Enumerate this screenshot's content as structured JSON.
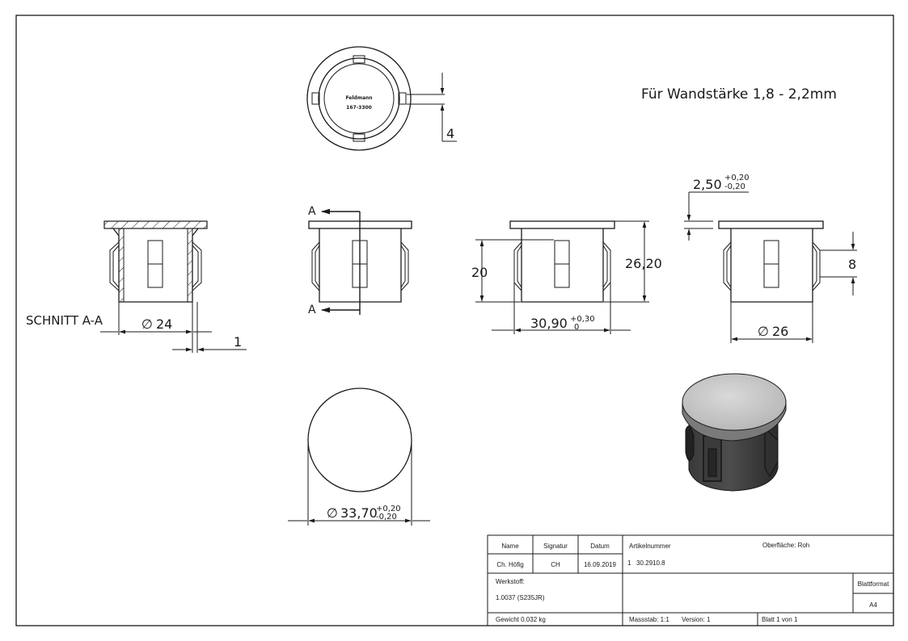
{
  "note": "Für Wandstärke 1,8 - 2,2mm",
  "section_label": "SCHNITT A-A",
  "section_letter": "A",
  "top_view": {
    "emboss_line1": "Feldmann",
    "emboss_line2": "167-3300",
    "dim_slot": "4"
  },
  "section_view": {
    "dim_diameter": "24",
    "dim_wall": "1"
  },
  "side_view": {
    "dim_height_body": "20",
    "dim_height_total": "26,20",
    "dim_width": "30,90",
    "tol_width_upper": "+0,30",
    "tol_width_lower": "0"
  },
  "detail_view": {
    "dim_head": "2,50",
    "tol_head_upper": "+0,20",
    "tol_head_lower": "-0,20",
    "dim_slot_height": "8",
    "dim_diameter": "26"
  },
  "bottom_view": {
    "dim_diameter": "33,70",
    "tol_upper": "+0,20",
    "tol_lower": "-0,20"
  },
  "title_block": {
    "h_name": "Name",
    "h_signatur": "Signatur",
    "h_datum": "Datum",
    "name": "Ch. Höfig",
    "signatur": "CH",
    "datum": "16.09.2019",
    "artikel_label": "Artikelnummer",
    "artikel_prefix": "1",
    "artikel_nr": "30.2910.8",
    "oberflaeche": "Oberfläche:  Roh",
    "werkstoff_label": "Werkstoff:",
    "werkstoff": "1.0037 (S235JR)",
    "blattformat_label": "Blattformat",
    "blattformat": "A4",
    "gewicht": "Gewicht 0.032 kg",
    "massstab": "Massstab: 1:1",
    "version": "Version: 1",
    "blatt": "Blatt 1 von 1"
  }
}
